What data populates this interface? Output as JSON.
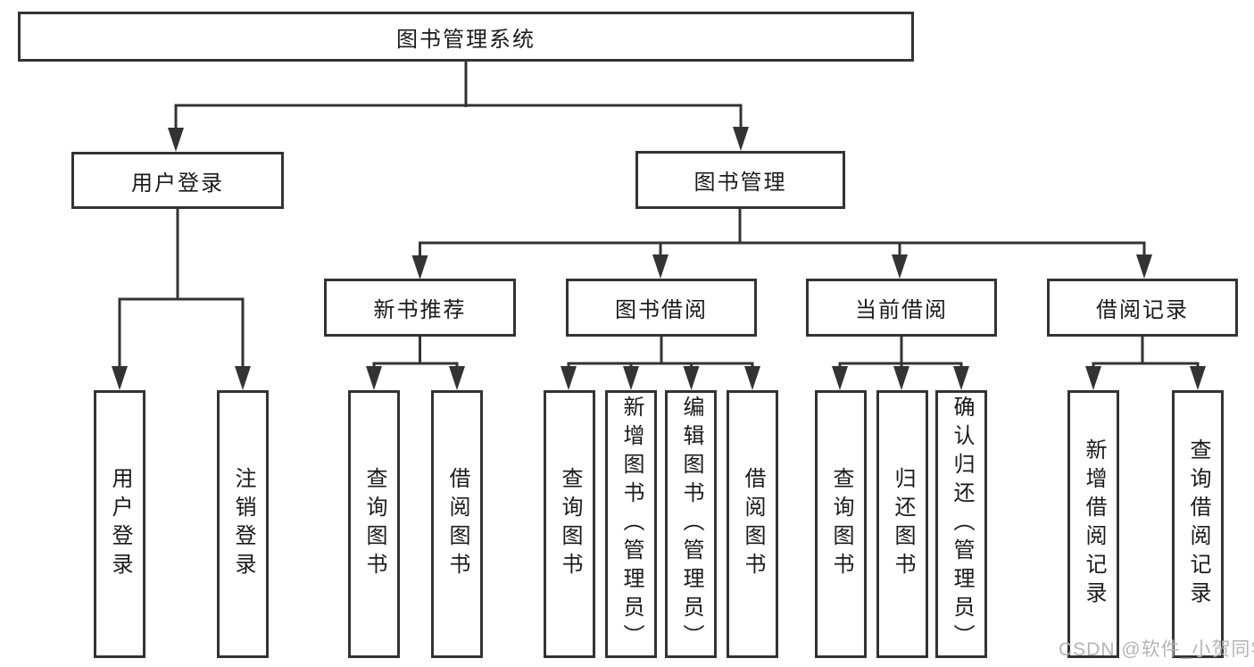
{
  "diagram": {
    "root": {
      "label": "图书管理系统"
    },
    "level2": [
      {
        "label": "用户登录",
        "parent": "图书管理系统"
      },
      {
        "label": "图书管理",
        "parent": "图书管理系统"
      }
    ],
    "level3": [
      {
        "label": "新书推荐",
        "parent": "图书管理"
      },
      {
        "label": "图书借阅",
        "parent": "图书管理"
      },
      {
        "label": "当前借阅",
        "parent": "图书管理"
      },
      {
        "label": "借阅记录",
        "parent": "图书管理"
      }
    ],
    "leaves": [
      {
        "label": "用户登录",
        "parent": "用户登录"
      },
      {
        "label": "注销登录",
        "parent": "用户登录"
      },
      {
        "label": "查询图书",
        "parent": "新书推荐"
      },
      {
        "label": "借阅图书",
        "parent": "新书推荐"
      },
      {
        "label": "查询图书",
        "parent": "图书借阅"
      },
      {
        "label": "新增图书（管理员）",
        "parent": "图书借阅"
      },
      {
        "label": "编辑图书（管理员）",
        "parent": "图书借阅"
      },
      {
        "label": "借阅图书",
        "parent": "图书借阅"
      },
      {
        "label": "查询图书",
        "parent": "当前借阅"
      },
      {
        "label": "归还图书",
        "parent": "当前借阅"
      },
      {
        "label": "确认归还（管理员）",
        "parent": "当前借阅"
      },
      {
        "label": "新增借阅记录",
        "parent": "借阅记录"
      },
      {
        "label": "查询借阅记录",
        "parent": "借阅记录"
      }
    ]
  },
  "watermark": {
    "text": "CSDN @软件_小贺同学"
  },
  "colors": {
    "line": "#333333",
    "text": "#1a1a1a",
    "watermark": "#b5b5b5",
    "background": "#ffffff"
  }
}
